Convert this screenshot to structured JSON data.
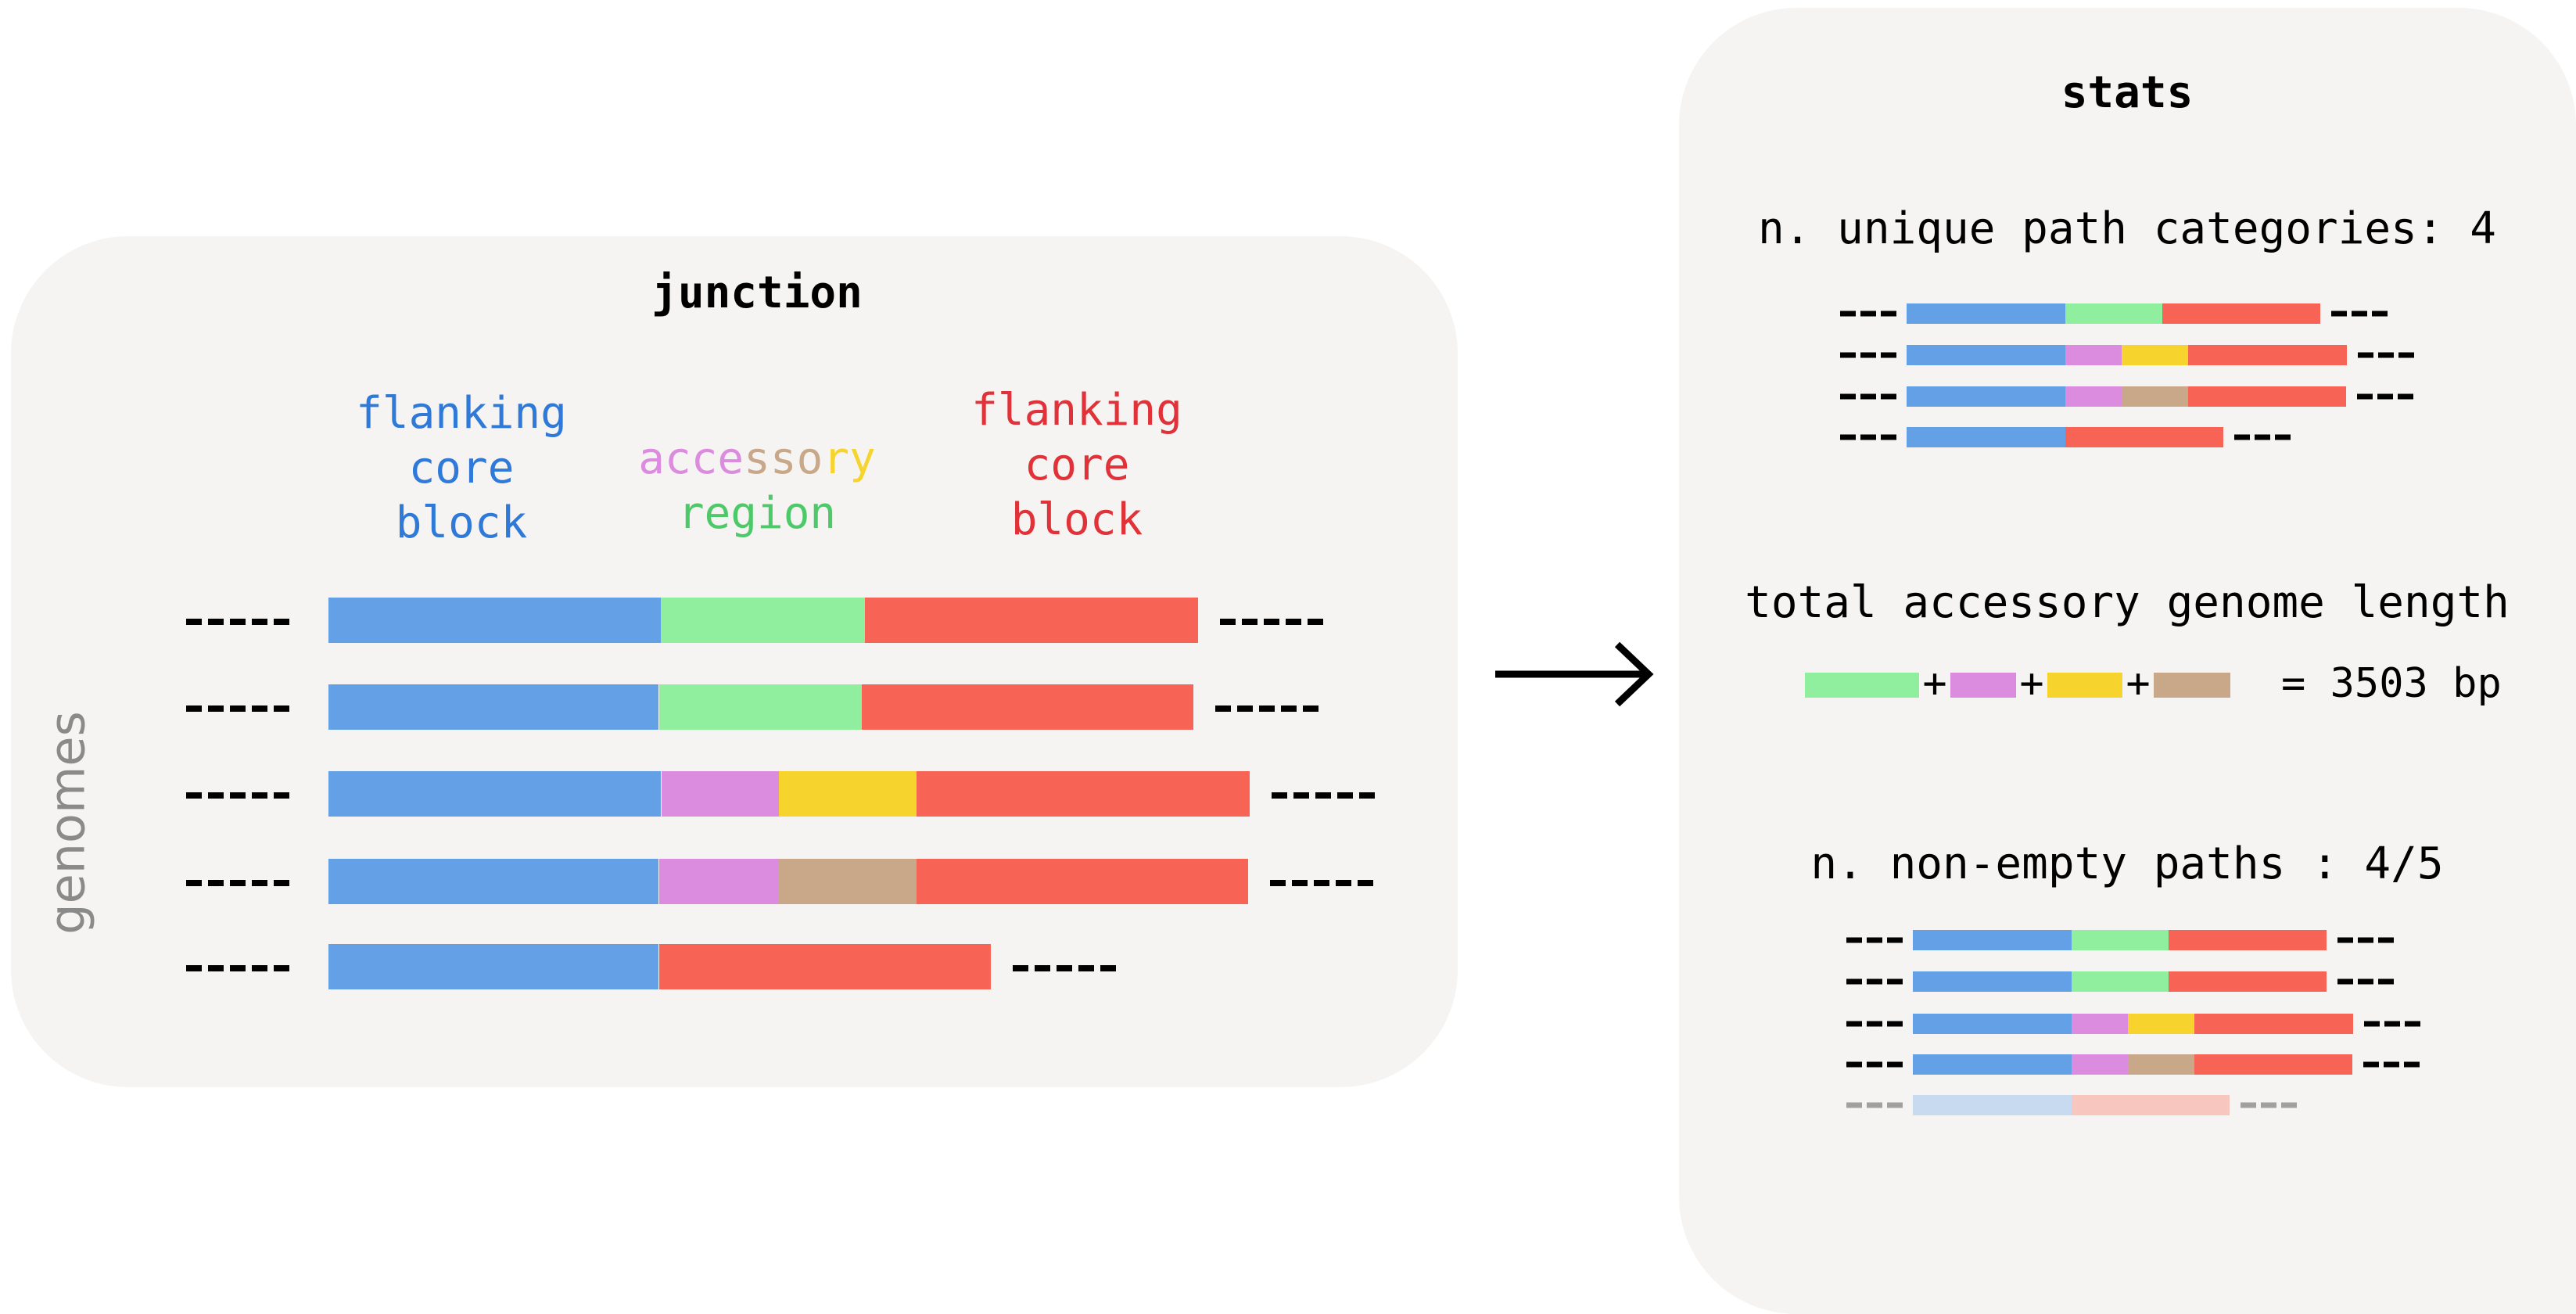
{
  "colors": {
    "core_left": "#64a0e6",
    "core_right": "#f76354",
    "acc_green": "#90ee9f",
    "acc_pink": "#dc8cdf",
    "acc_yellow": "#f6d32d",
    "acc_tan": "#c9a88a",
    "core_left_faded": "#c8daef",
    "core_right_faded": "#f6c6bf",
    "dash": "#000000",
    "dash_faded": "#a0a0a0",
    "label_blue": "#2f7ad9",
    "label_red": "#e03238",
    "label_green": "#4ec96a",
    "panel_bg": "#f5f4f2"
  },
  "junction": {
    "title": "junction",
    "label_left": [
      "flanking",
      "core",
      "block"
    ],
    "label_middle_top": "accessory",
    "label_middle_bottom": "region",
    "label_right": [
      "flanking",
      "core",
      "block"
    ],
    "axis_label": "genomes",
    "paths": [
      [
        "green"
      ],
      [
        "green"
      ],
      [
        "pink",
        "yellow"
      ],
      [
        "pink",
        "tan"
      ],
      []
    ]
  },
  "arrow": {
    "icon": "right-arrow-icon"
  },
  "stats": {
    "title": "stats",
    "unique_categories_text": "n. unique path categories: 4",
    "unique_paths": [
      [
        "green"
      ],
      [
        "pink",
        "yellow"
      ],
      [
        "pink",
        "tan"
      ],
      []
    ],
    "total_length_text": "total accessory genome length",
    "length_equation": {
      "segments": [
        "green",
        "pink",
        "yellow",
        "tan"
      ],
      "operator": "+",
      "result": "= 3503 bp"
    },
    "nonempty_text": "n. non-empty paths : 4/5",
    "nonempty_paths": [
      {
        "acc": [
          "green"
        ],
        "faded": false
      },
      {
        "acc": [
          "green"
        ],
        "faded": false
      },
      {
        "acc": [
          "pink",
          "yellow"
        ],
        "faded": false
      },
      {
        "acc": [
          "pink",
          "tan"
        ],
        "faded": false
      },
      {
        "acc": [],
        "faded": true
      }
    ]
  }
}
